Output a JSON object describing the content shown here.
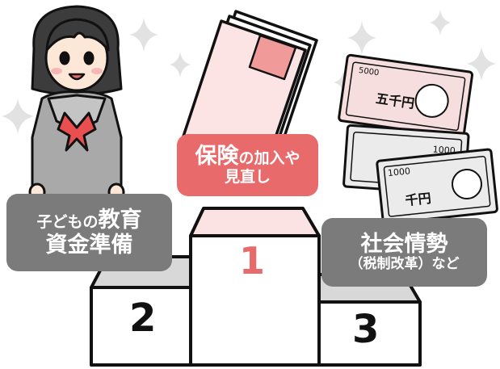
{
  "podium": {
    "first": {
      "rank": "1",
      "label_main": "保険",
      "label_rest": "の加入や",
      "label_line2": "見直し"
    },
    "second": {
      "rank": "2",
      "label_prefix": "子どもの",
      "label_main": "教育",
      "label_line2": "資金準備"
    },
    "third": {
      "rank": "3",
      "label_main": "社会情勢",
      "label_line2": "（税制改革）など"
    }
  },
  "banknotes": {
    "back": {
      "denomination": "5000",
      "kanji": "五千円"
    },
    "front": {
      "denomination": "1000",
      "kanji": "千円"
    }
  },
  "colors": {
    "accent_pink": "#e96a6b",
    "label_gray": "#7b7b7b",
    "podium_fill": "#d8d8d8",
    "document_fill": "#fde4e4"
  },
  "icons": [
    "student-illustration",
    "insurance-document-icon",
    "banknotes-icon",
    "sparkle-icon"
  ]
}
